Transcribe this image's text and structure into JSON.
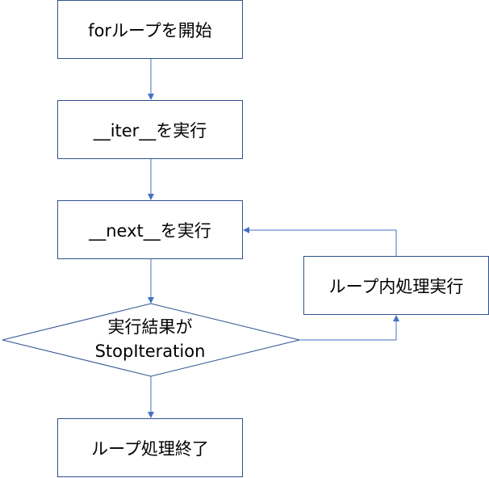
{
  "flowchart": {
    "colors": {
      "stroke": "#2f528f",
      "arrow": "#4472c4",
      "fill": "#ffffff",
      "text": "#000000"
    },
    "nodes": {
      "for_start": "forループを開始",
      "iter": "__iter__を実行",
      "next": "__next__を実行",
      "decision_line1": "実行結果が",
      "decision_line2": "StopIteration",
      "loop_body": "ループ内処理実行",
      "loop_end": "ループ処理終了"
    }
  }
}
